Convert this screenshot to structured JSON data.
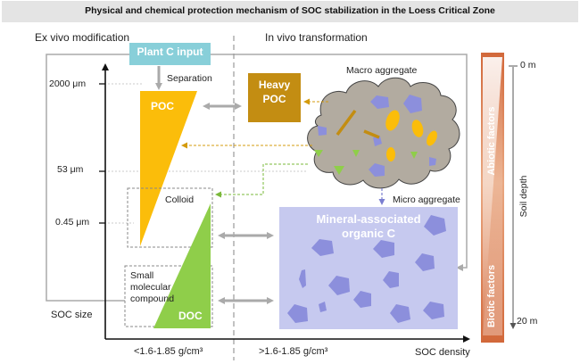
{
  "title": "Physical and chemical protection mechanism of SOC stabilization in the Loess Critical Zone",
  "sections": {
    "left": "Ex vivo modification",
    "right": "In vivo transformation"
  },
  "boxes": {
    "plant_input": "Plant C input",
    "heavy_poc_line1": "Heavy",
    "heavy_poc_line2": "POC",
    "maoc_line1": "Mineral-associated",
    "maoc_line2": "organic C"
  },
  "labels": {
    "separation": "Separation",
    "poc": "POC",
    "doc": "DOC",
    "colloid": "Colloid",
    "small_line1": "Small",
    "small_line2": "molecular",
    "small_line3": "compound",
    "macro": "Macro aggregate",
    "micro": "Micro aggregate"
  },
  "y_axis": {
    "label": "SOC size",
    "ticks": [
      "2000 μm",
      "53 μm",
      "0.45 μm"
    ]
  },
  "x_axis": {
    "label": "SOC density",
    "left_range": "<1.6-1.85 g/cm³",
    "right_range": ">1.6-1.85 g/cm³"
  },
  "depth": {
    "top": "0 m",
    "bottom": "20 m",
    "label": "Soil depth",
    "abiotic": "Abiotic factors",
    "biotic": "Biotic factors"
  },
  "colors": {
    "plant_box": "#88cfd9",
    "heavy_poc": "#c38d12",
    "poc_wedge": "#fbbd0a",
    "doc_wedge": "#8fce4a",
    "maoc_box": "#c6c9ef",
    "mineral": "#8c8fdc",
    "aggregate": "#b2aba0"
  }
}
